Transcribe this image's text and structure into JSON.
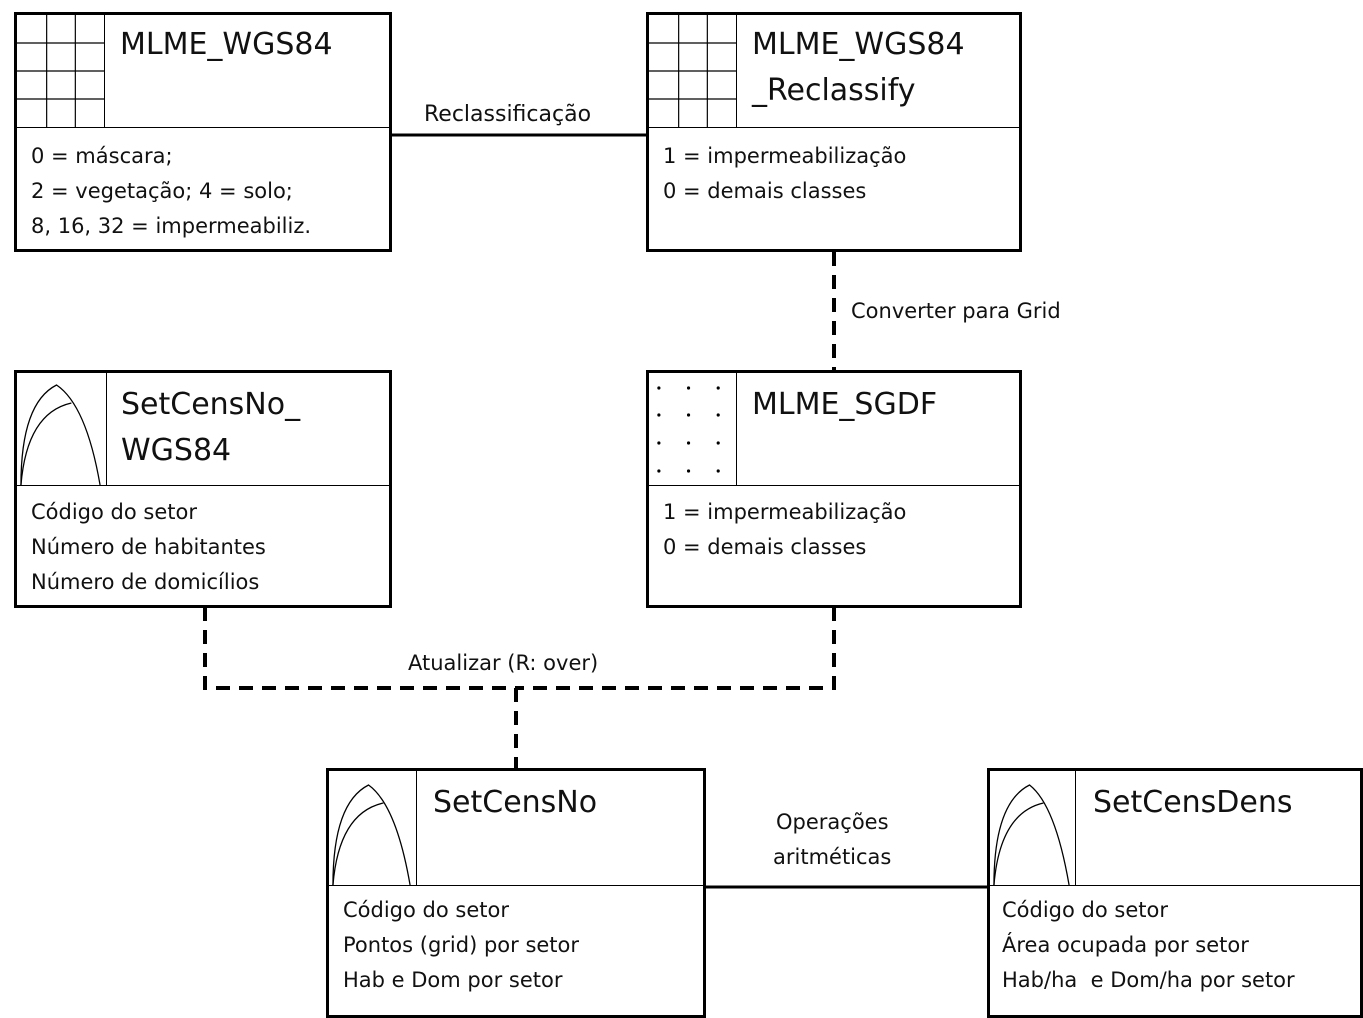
{
  "entities": {
    "mlme_wgs84": {
      "title_lines": [
        "MLME_WGS84"
      ],
      "icon": "grid-icon",
      "attributes": [
        "0 = máscara;",
        "2 = vegetação; 4 = solo;",
        "8, 16, 32 = impermeabiliz."
      ]
    },
    "mlme_reclassify": {
      "title_lines": [
        "MLME_WGS84",
        "_Reclassify"
      ],
      "icon": "grid-icon",
      "attributes": [
        "1 = impermeabilização",
        "0 = demais classes"
      ]
    },
    "setcensno_wgs84": {
      "title_lines": [
        "SetCensNo_",
        "WGS84"
      ],
      "icon": "polygon-icon",
      "attributes": [
        "Código do setor",
        "Número de habitantes",
        "Número de domicílios"
      ]
    },
    "mlme_sgdf": {
      "title_lines": [
        "MLME_SGDF"
      ],
      "icon": "points-icon",
      "attributes": [
        "1 = impermeabilização",
        "0 = demais classes"
      ]
    },
    "setcensno": {
      "title_lines": [
        "SetCensNo"
      ],
      "icon": "polygon-icon",
      "attributes": [
        "Código do setor",
        "Pontos (grid) por setor",
        "Hab e Dom por setor"
      ]
    },
    "setcensdens": {
      "title_lines": [
        "SetCensDens"
      ],
      "icon": "polygon-icon",
      "attributes": [
        "Código do setor",
        "Área ocupada por setor",
        "Hab/ha  e Dom/ha por setor"
      ]
    }
  },
  "connections": {
    "reclassificacao": {
      "label": "Reclassificação",
      "style": "solid"
    },
    "converter_grid": {
      "label": "Converter para Grid",
      "style": "dashed"
    },
    "atualizar": {
      "label": "Atualizar (R: over)",
      "style": "dashed"
    },
    "operacoes": {
      "label_lines": [
        "Operações",
        "aritméticas"
      ],
      "style": "solid"
    }
  }
}
